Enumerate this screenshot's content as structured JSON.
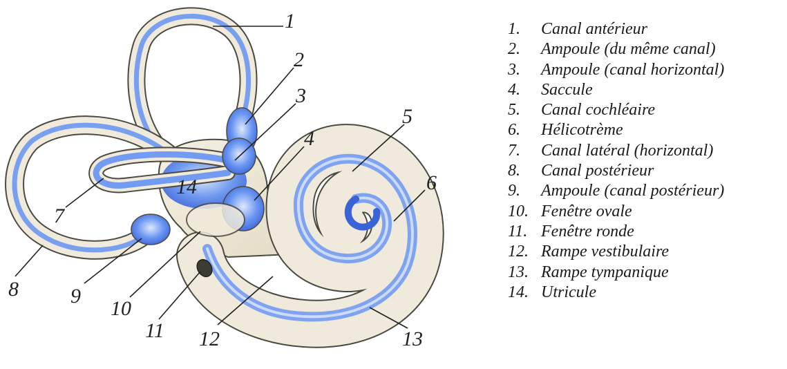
{
  "colors": {
    "bone": "#efeadb",
    "bone_edge": "#4b4a40",
    "fluid": "#6b97f2",
    "fluid_light": "#b8cdf7",
    "fluid_dark": "#3a63d8"
  },
  "callouts": [
    {
      "num": "1",
      "label": "Canal antérieur"
    },
    {
      "num": "2",
      "label": "Ampoule (du même canal)"
    },
    {
      "num": "3",
      "label": "Ampoule (canal horizontal)"
    },
    {
      "num": "4",
      "label": "Saccule"
    },
    {
      "num": "5",
      "label": "Canal cochléaire"
    },
    {
      "num": "6",
      "label": "Hélicotrème"
    },
    {
      "num": "7",
      "label": "Canal latéral (horizontal)"
    },
    {
      "num": "8",
      "label": "Canal postérieur"
    },
    {
      "num": "9",
      "label": "Ampoule (canal postérieur)"
    },
    {
      "num": "10",
      "label": "Fenêtre ovale"
    },
    {
      "num": "11",
      "label": "Fenêtre ronde"
    },
    {
      "num": "12",
      "label": "Rampe vestibulaire"
    },
    {
      "num": "13",
      "label": "Rampe tympanique"
    },
    {
      "num": "14",
      "label": "Utricule"
    }
  ],
  "legend": [
    {
      "num": "1.",
      "label": "Canal antérieur"
    },
    {
      "num": "2.",
      "label": "Ampoule (du même canal)"
    },
    {
      "num": "3.",
      "label": "Ampoule (canal horizontal)"
    },
    {
      "num": "4.",
      "label": "Saccule"
    },
    {
      "num": "5.",
      "label": "Canal cochléaire"
    },
    {
      "num": "6.",
      "label": "Hélicotrème"
    },
    {
      "num": "7.",
      "label": "Canal latéral (horizontal)"
    },
    {
      "num": "8.",
      "label": "Canal postérieur"
    },
    {
      "num": "9.",
      "label": "Ampoule (canal postérieur)"
    },
    {
      "num": "10.",
      "label": "Fenêtre ovale"
    },
    {
      "num": "11.",
      "label": "Fenêtre ronde"
    },
    {
      "num": "12.",
      "label": "Rampe vestibulaire"
    },
    {
      "num": "13.",
      "label": "Rampe tympanique"
    },
    {
      "num": "14.",
      "label": "Utricule"
    }
  ]
}
